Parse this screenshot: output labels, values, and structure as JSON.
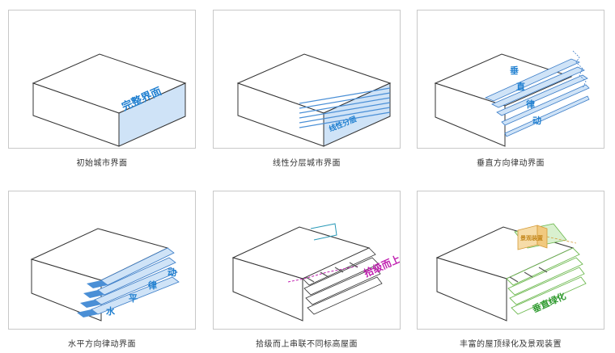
{
  "panels": [
    {
      "caption": "初始城市界面",
      "labels": [
        "完整界面"
      ]
    },
    {
      "caption": "线性分层城市界面",
      "labels": [
        "线性分层"
      ]
    },
    {
      "caption": "垂直方向律动界面",
      "labels": [
        "垂",
        "直",
        "律",
        "动"
      ]
    },
    {
      "caption": "水平方向律动界面",
      "labels": [
        "水",
        "平",
        "律",
        "动"
      ]
    },
    {
      "caption": "拾级而上串联不同标高屋面",
      "labels": [
        "拾级而上"
      ]
    },
    {
      "caption": "丰富的屋顶绿化及景观装置",
      "labels": [
        "垂直绿化",
        "景观装置"
      ]
    }
  ],
  "colors": {
    "outline": "#333333",
    "face_blue": "#cfe3f7",
    "face_blue_dark": "#4a8fd6",
    "label_blue": "#1f7fd0",
    "label_magenta": "#c020b0",
    "label_green": "#2f9a2f",
    "green_tint": "#d9f0cf",
    "orange_tint": "#f6dca8"
  }
}
